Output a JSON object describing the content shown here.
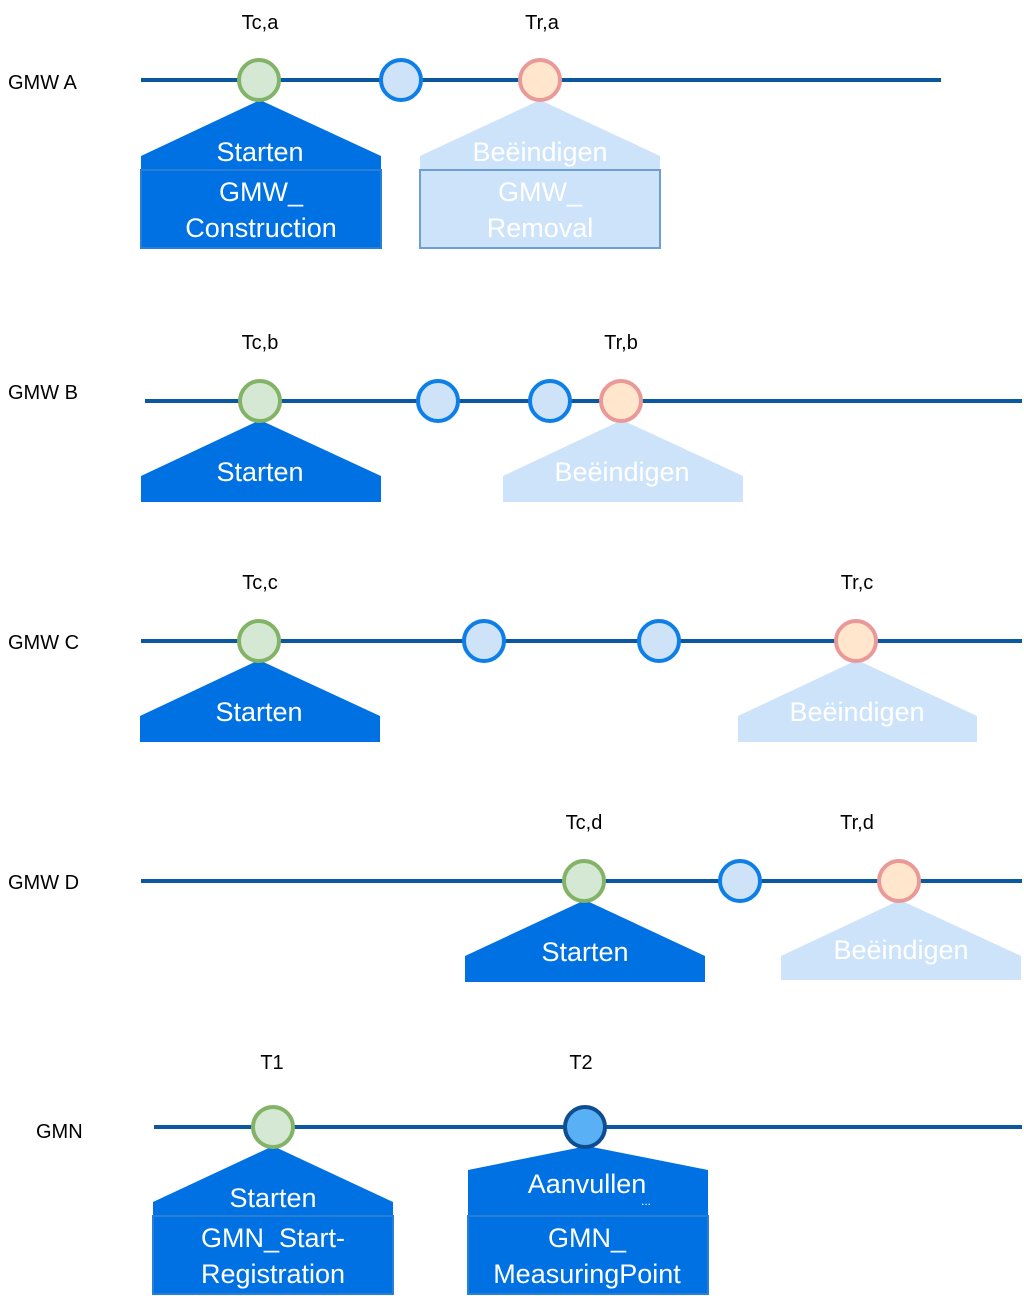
{
  "colors": {
    "line": "#0b57a0",
    "active_fill": "#0071e3",
    "active_stroke": "#2a7fd4",
    "faded_fill": "#cce3fa",
    "faded_stroke": "#6d9fd6",
    "start_node_fill": "#d5e8d4",
    "start_node_stroke": "#82b366",
    "end_node_fill": "#ffe6cc",
    "end_node_stroke": "#ea9999",
    "mid_node_fill": "#cfe3f8",
    "mid_node_stroke": "#0d7fe6",
    "dark_node_fill": "#5ab0f5",
    "dark_node_stroke": "#0e4d8f"
  },
  "rows": [
    {
      "label": "GMW A",
      "times": {
        "start": "Tc,a",
        "end": "Tr,a"
      },
      "tags": [
        {
          "text": "Starten",
          "box_lines": [
            "GMW_",
            "Construction"
          ],
          "faded": false
        },
        {
          "text": "Beëindigen",
          "box_lines": [
            "GMW_",
            "Removal"
          ],
          "faded": true
        }
      ]
    },
    {
      "label": "GMW B",
      "times": {
        "start": "Tc,b",
        "end": "Tr,b"
      },
      "tags": [
        {
          "text": "Starten",
          "faded": false
        },
        {
          "text": "Beëindigen",
          "faded": true
        }
      ]
    },
    {
      "label": "GMW C",
      "times": {
        "start": "Tc,c",
        "end": "Tr,c"
      },
      "tags": [
        {
          "text": "Starten",
          "faded": false
        },
        {
          "text": "Beëindigen",
          "faded": true
        }
      ]
    },
    {
      "label": "GMW D",
      "times": {
        "start": "Tc,d",
        "end": "Tr,d"
      },
      "tags": [
        {
          "text": "Starten",
          "faded": false
        },
        {
          "text": "Beëindigen",
          "faded": true
        }
      ]
    },
    {
      "label": "GMN",
      "times": {
        "start": "T1",
        "end": "T2"
      },
      "tags": [
        {
          "text": "Starten",
          "box_lines": [
            "GMN_Start-",
            "Registration"
          ],
          "faded": false
        },
        {
          "text": "Aanvullen",
          "box_lines": [
            "GMN_",
            "MeasuringPoint"
          ],
          "faded": false,
          "ellipsis": "..."
        }
      ]
    }
  ]
}
